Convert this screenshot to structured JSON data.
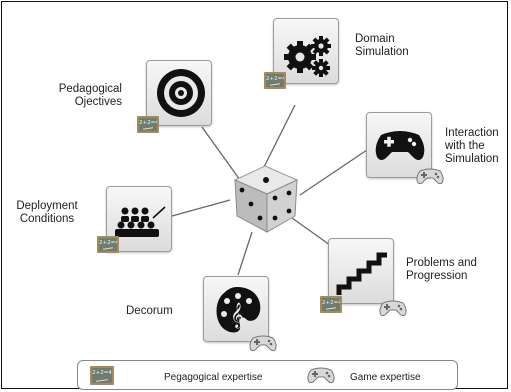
{
  "nodes": {
    "domain_simulation": {
      "lines": [
        "Domain",
        "Simulation"
      ],
      "icon": "gears-icon"
    },
    "pedagogical_objectives": {
      "lines": [
        "Pedagogical",
        "Ojectives"
      ],
      "icon": "target-icon"
    },
    "interaction": {
      "lines": [
        "Interaction",
        "with the",
        "Simulation"
      ],
      "icon": "gamepad-icon"
    },
    "deployment_conditions": {
      "lines": [
        "Deployment",
        "Conditions"
      ],
      "icon": "classroom-icon"
    },
    "problems_progression": {
      "lines": [
        "Problems and",
        "Progression"
      ],
      "icon": "staircase-icon"
    },
    "decorum": {
      "lines": [
        "Decorum"
      ],
      "icon": "palette-icon"
    },
    "center": {
      "icon": "dice-icon"
    }
  },
  "badges": {
    "chalkboard_text": "2+2=4"
  },
  "legend": {
    "pedagogical_label": "Pegagogical expertise",
    "game_label": "Game expertise"
  },
  "colors": {
    "tile_border": "#9c9c9c",
    "chalkboard": "#6f7d6f",
    "chalk_frame": "#a58a5c",
    "icon_fill": "#111111"
  }
}
